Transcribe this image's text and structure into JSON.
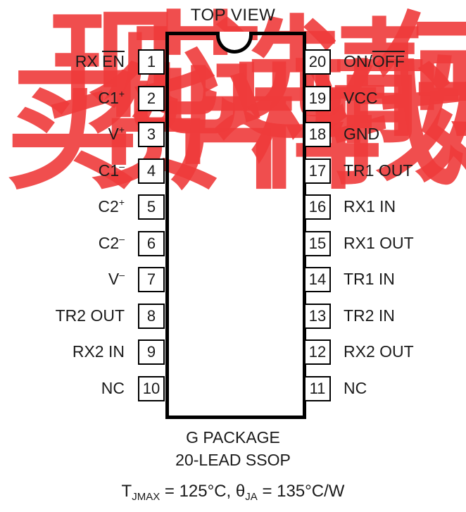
{
  "diagram": {
    "top_label": "TOP VIEW",
    "left_pins": [
      {
        "num": "1",
        "label": "RX",
        "label_over": "EN"
      },
      {
        "num": "2",
        "label": "C1",
        "sup": "+"
      },
      {
        "num": "3",
        "label": "V",
        "sup": "+"
      },
      {
        "num": "4",
        "label": "C1",
        "sup": "–"
      },
      {
        "num": "5",
        "label": "C2",
        "sup": "+"
      },
      {
        "num": "6",
        "label": "C2",
        "sup": "–"
      },
      {
        "num": "7",
        "label": "V",
        "sup": "–"
      },
      {
        "num": "8",
        "label": "TR2 OUT"
      },
      {
        "num": "9",
        "label": "RX2 IN"
      },
      {
        "num": "10",
        "label": "NC"
      }
    ],
    "right_pins": [
      {
        "num": "20",
        "label": "ON/",
        "label_over": "OFF"
      },
      {
        "num": "19",
        "label": "VCC"
      },
      {
        "num": "18",
        "label": "GND"
      },
      {
        "num": "17",
        "label": "TR1 OUT"
      },
      {
        "num": "16",
        "label": "RX1 IN"
      },
      {
        "num": "15",
        "label": "RX1 OUT"
      },
      {
        "num": "14",
        "label": "TR1 IN"
      },
      {
        "num": "13",
        "label": "TR2 IN"
      },
      {
        "num": "12",
        "label": "RX2 OUT"
      },
      {
        "num": "11",
        "label": "NC"
      }
    ],
    "package_line1": "G PACKAGE",
    "package_line2": "20-LEAD SSOP",
    "thermal": {
      "t_symbol": "T",
      "t_sub": "JMAX",
      "t_value": " = 125°C, ",
      "theta_symbol": "θ",
      "theta_sub": "JA",
      "theta_value": " = 135°C/W"
    }
  },
  "watermark": {
    "text": "买现货芯片选样请找何好",
    "color": "#ee3b3b"
  }
}
